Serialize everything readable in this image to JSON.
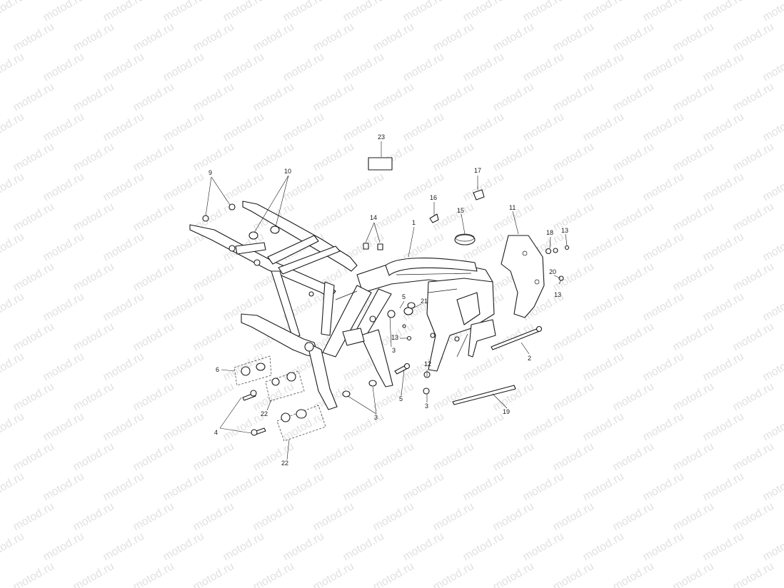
{
  "watermark": {
    "text": "motod.ru",
    "color": "#bdbdbd"
  },
  "callouts": {
    "c1": "1",
    "c2": "2",
    "c3a": "3",
    "c3b": "3",
    "c3c": "3",
    "c4": "4",
    "c5a": "5",
    "c5b": "5",
    "c6": "6",
    "c9": "9",
    "c10": "10",
    "c11": "11",
    "c12": "12",
    "c13a": "13",
    "c13b": "13",
    "c13c": "13",
    "c14": "14",
    "c15": "15",
    "c16": "16",
    "c17": "17",
    "c18": "18",
    "c19": "19",
    "c20": "20",
    "c21": "21",
    "c22a": "22",
    "c22b": "22",
    "c23": "23"
  }
}
